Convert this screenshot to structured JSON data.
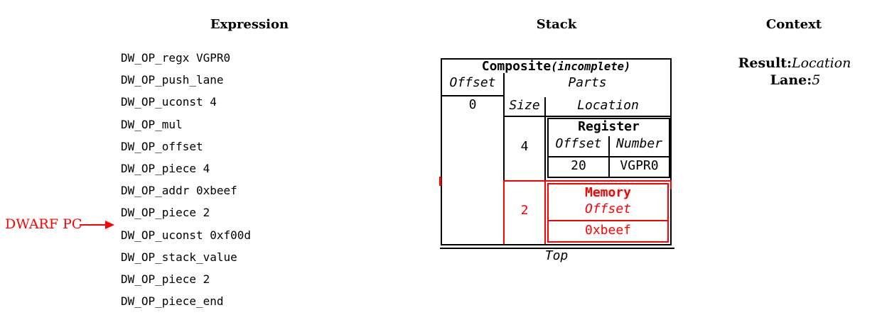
{
  "expression": {
    "title": "Expression",
    "items": [
      "DW_OP_regx VGPR0",
      "DW_OP_push_lane",
      "DW_OP_uconst 4",
      "DW_OP_mul",
      "DW_OP_offset",
      "DW_OP_piece 4",
      "DW_OP_addr 0xbeef",
      "DW_OP_piece 2",
      "DW_OP_uconst 0xf00d",
      "DW_OP_stack_value",
      "DW_OP_piece 2",
      "DW_OP_piece_end"
    ],
    "pc": {
      "label": "DWARF PC",
      "points_to_index": 8
    }
  },
  "stack": {
    "title": "Stack",
    "composite": {
      "title": "Composite",
      "qualifier": "(incomplete)",
      "offset_header": "Offset",
      "offset_value": "0",
      "parts_header": "Parts",
      "size_header": "Size",
      "location_header": "Location",
      "parts": [
        {
          "size": "4",
          "highlighted": false,
          "location": {
            "type": "Register",
            "field1": "Offset",
            "field2": "Number",
            "value1": "20",
            "value2": "VGPR0"
          }
        },
        {
          "size": "2",
          "highlighted": true,
          "location": {
            "type": "Memory",
            "field1": "Offset",
            "value1": "0xbeef"
          }
        }
      ]
    },
    "top_label": "Top"
  },
  "context": {
    "title": "Context",
    "result_label": "Result:",
    "result_value": "Location",
    "lane_label": "Lane:",
    "lane_value": "5"
  },
  "colors": {
    "highlight": "#ff0000",
    "ink": "#000000"
  }
}
